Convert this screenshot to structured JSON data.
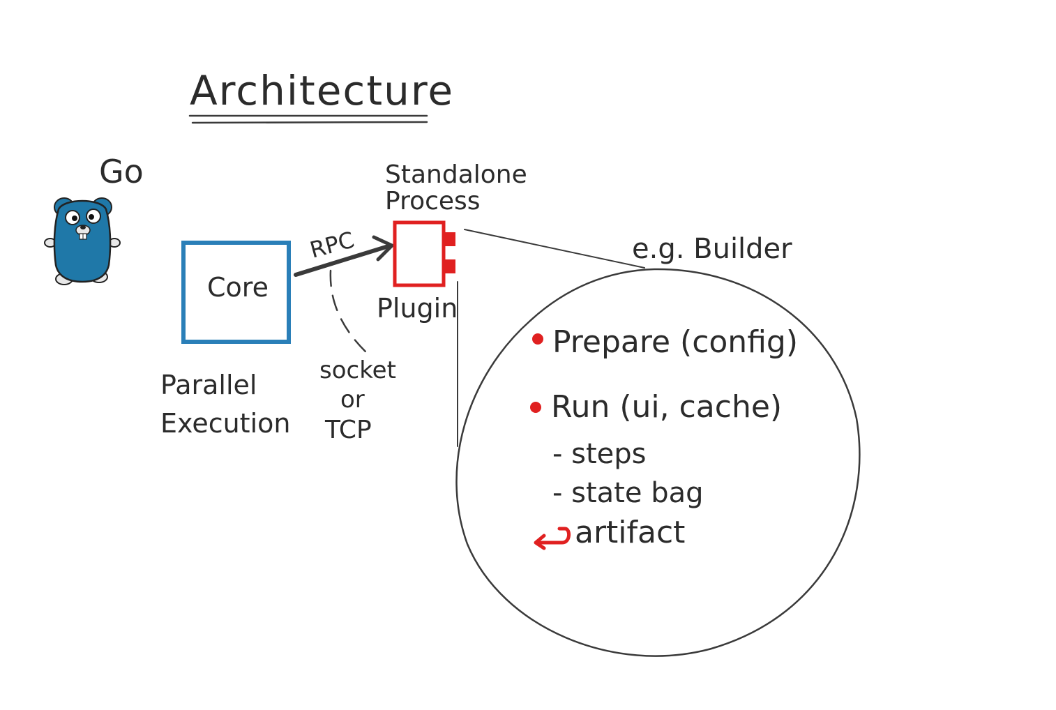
{
  "title": "Architecture",
  "labels": {
    "go": "Go",
    "core": "Core",
    "rpc": "RPC",
    "standalone_line1": "Standalone",
    "standalone_line2": "Process",
    "plugin": "Plugin",
    "parallel_line1": "Parallel",
    "parallel_line2": "Execution",
    "socket_line1": "socket",
    "socket_line2": "or",
    "socket_line3": "TCP",
    "builder": "e.g. Builder"
  },
  "builder_items": {
    "prepare": "Prepare (config)",
    "run": "Run (ui, cache)",
    "steps": "- steps",
    "state_bag": "- state bag",
    "artifact": "artifact"
  },
  "colors": {
    "ink": "#2b2b2b",
    "core_blue": "#2a7fb8",
    "plugin_red": "#e02020",
    "gopher_blue": "#1f78a8"
  },
  "icons": {
    "gopher": "go-gopher-mascot",
    "bullet": "red-dot-bullet",
    "return": "return-arrow-icon"
  }
}
